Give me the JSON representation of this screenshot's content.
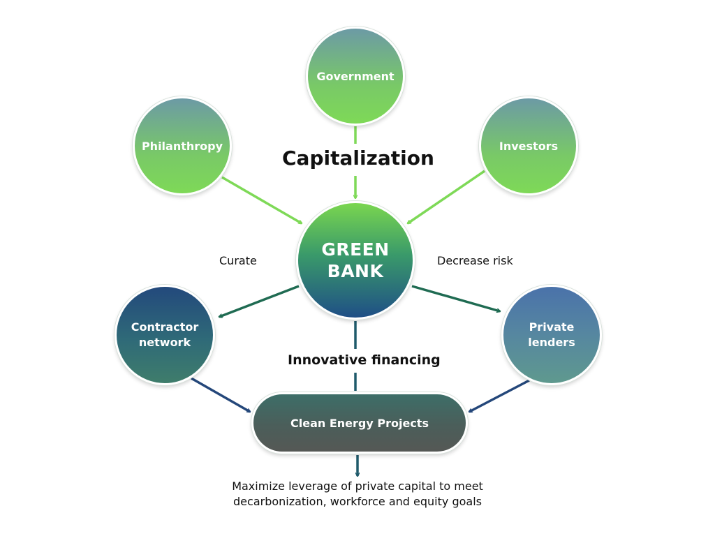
{
  "nodes": {
    "government": "Government",
    "philanthropy": "Philanthropy",
    "investors": "Investors",
    "green_bank_line1": "GREEN",
    "green_bank_line2": "BANK",
    "contractor_line1": "Contractor",
    "contractor_line2": "network",
    "lenders_line1": "Private",
    "lenders_line2": "lenders",
    "projects": "Clean Energy Projects"
  },
  "labels": {
    "capitalization": "Capitalization",
    "curate": "Curate",
    "decrease_risk": "Decrease risk",
    "innovative_financing": "Innovative financing"
  },
  "outcome": {
    "line1": "Maximize leverage of private capital to meet",
    "line2": "decarbonization, workforce and equity goals"
  },
  "colors": {
    "capital_arrow": "#7ed957",
    "curate_arrow": "#1f6b52",
    "finance_arrow": "#1f5a6b",
    "project_arrow": "#24477a"
  }
}
